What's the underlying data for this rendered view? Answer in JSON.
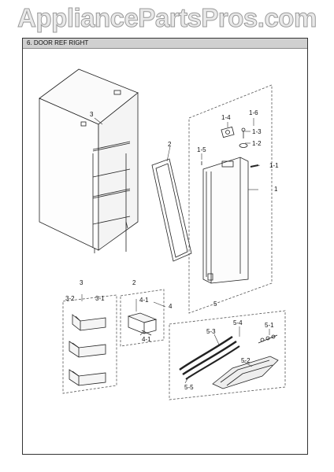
{
  "watermark": "AppliancePartsPros.com",
  "section_title": "6. DOOR REF RIGHT",
  "labels": {
    "cabinet_3": "3",
    "gasket_2": "2",
    "door_1": "1",
    "p1_1": "1-1",
    "p1_2": "1-2",
    "p1_3": "1-3",
    "p1_4": "1-4",
    "p1_5": "1-5",
    "p1_6": "1-6",
    "group3": "3",
    "p3_1": "3-1",
    "p3_2": "3-2",
    "group2": "2",
    "group4": "4",
    "p4_1_top": "4-1",
    "p4_1_bottom": "4-1",
    "group5": "5",
    "p5_1": "5-1",
    "p5_2": "5-2",
    "p5_3": "5-3",
    "p5_4": "5-4",
    "p5_5": "5-5"
  }
}
